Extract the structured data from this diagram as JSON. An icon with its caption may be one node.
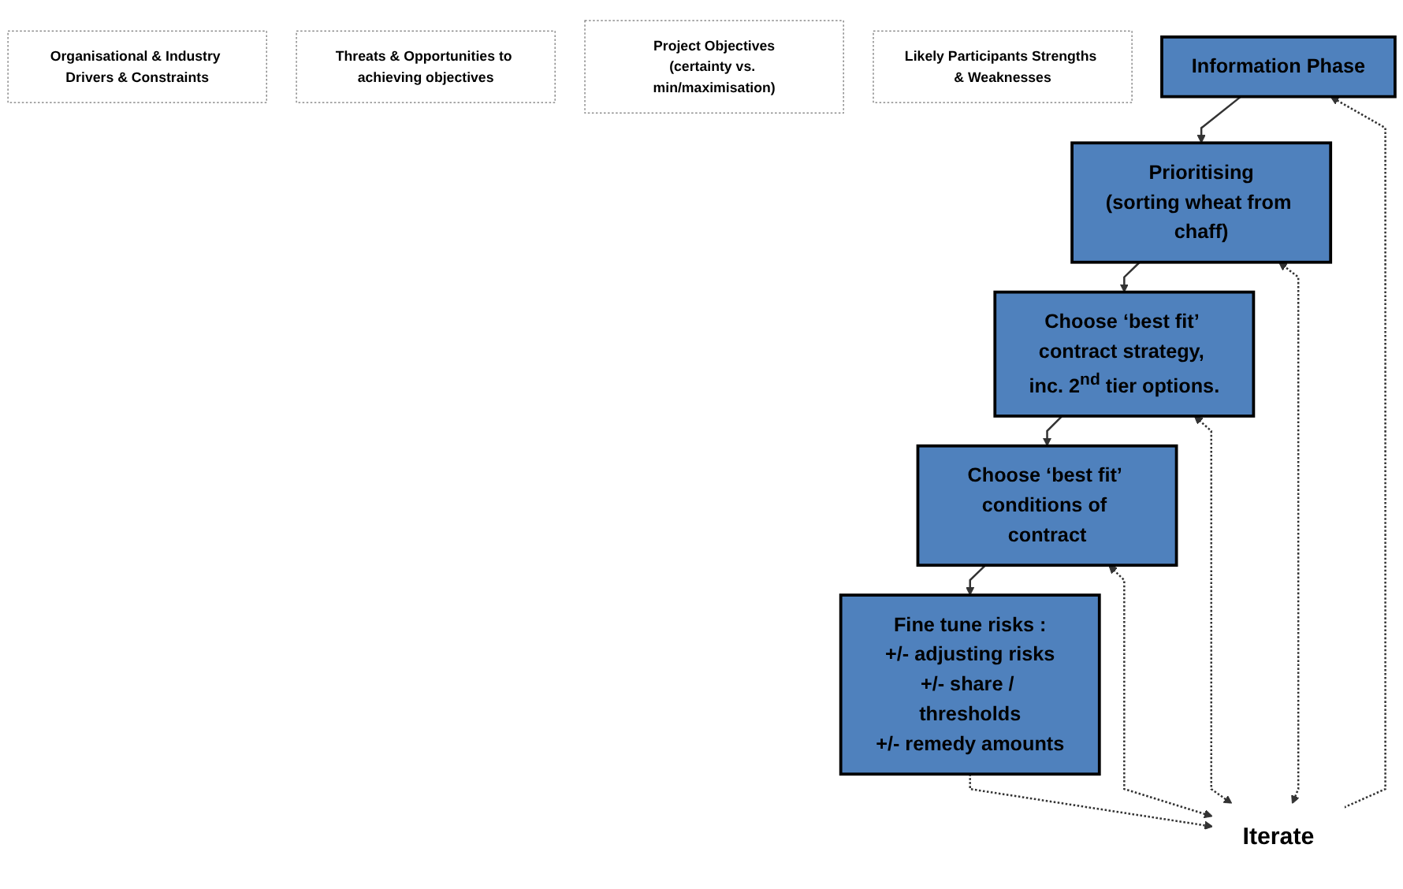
{
  "diagram": {
    "nodes": [
      {
        "text": [
          "Organisational & Industry Drivers & Constraints"
        ]
      },
      {
        "text": [
          "Threats & Opportunities to achieving objectives"
        ]
      },
      {
        "text": [
          "Project Objectives",
          "(certainty vs. min/maximisation)"
        ]
      },
      {
        "text": [
          "Likely Participants Strengths & Weaknesses"
        ]
      },
      {
        "text": [
          "Information Phase"
        ]
      },
      {
        "text": [
          "Prioritising",
          "(sorting wheat from chaff)"
        ]
      },
      {
        "text": [
          "Choose ‘best fit’ contract strategy, inc. 2$^{nd}$ tier options."
        ]
      },
      {
        "text": [
          "Choose ‘best fit’ conditions of contract"
        ]
      },
      {
        "text": [
          "Fine tune risks :",
          "+/- adjusting risks",
          "+/- share / thresholds",
          "+/- remedy amounts"
        ]
      },
      {
        "text": [
          "Iterate"
        ]
      }
    ],
    "edges": [
      {
        "from": 4,
        "to": 5,
        "arrow": "to"
      },
      {
        "from": 5,
        "to": 6,
        "arrow": "to"
      },
      {
        "from": 6,
        "to": 7,
        "arrow": "to"
      },
      {
        "from": 7,
        "to": 8,
        "arrow": "to"
      },
      {
        "from": 8,
        "to": 9,
        "arrow": "to",
        "style": "dashed"
      },
      {
        "from": 9,
        "to": 4,
        "arrow": "to",
        "style": "dashed"
      },
      {
        "from": 9,
        "to": 5,
        "arrow": "both",
        "style": "dashed"
      },
      {
        "from": 9,
        "to": 6,
        "arrow": "both",
        "style": "dashed"
      },
      {
        "from": 9,
        "to": 7,
        "arrow": "both",
        "style": "dashed"
      }
    ]
  }
}
